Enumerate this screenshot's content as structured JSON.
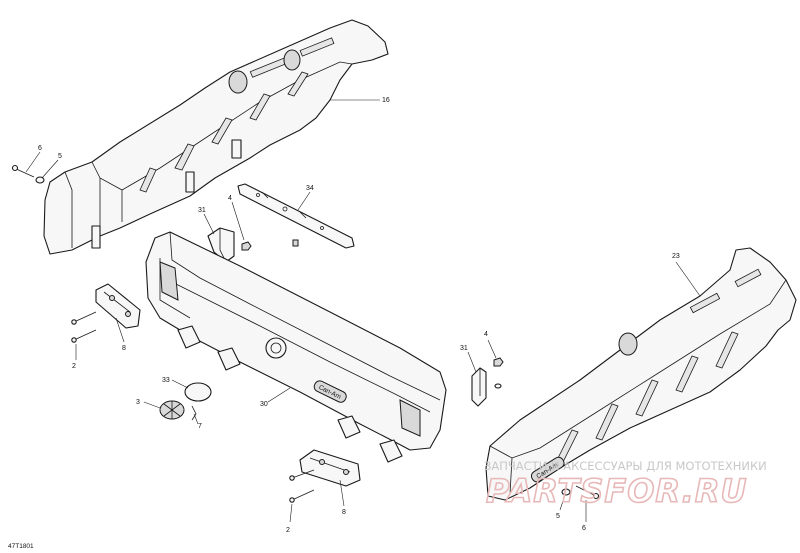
{
  "diagram": {
    "reference_code": "47T1801",
    "callouts": [
      "16",
      "6",
      "5",
      "34",
      "31",
      "4",
      "23",
      "8",
      "2",
      "33",
      "3",
      "7",
      "30",
      "31",
      "4",
      "8",
      "2",
      "5",
      "6"
    ],
    "watermark": {
      "text": "ЗАПЧАСТИ И АКСЕССУАРЫ ДЛЯ МОТОТЕХНИКИ",
      "logo": "PARTSFOR.RU"
    },
    "brand_mark": "Can-Am"
  },
  "colors": {
    "line": "#1a1a1a",
    "part_fill": "#f7f7f7",
    "watermark_text": "#c8c8c8",
    "watermark_logo": "#e8b8b8"
  }
}
